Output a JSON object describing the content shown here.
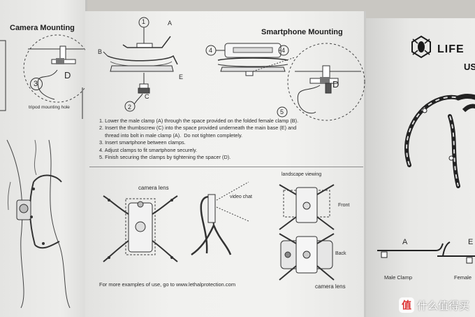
{
  "left_panel": {
    "heading": "Camera Mounting",
    "callout_letter": "D",
    "callout_number": "3",
    "tripod_label": "tripod mounting hole"
  },
  "middle_panel": {
    "heading": "Smartphone Mounting",
    "labels": {
      "a": "A",
      "b": "B",
      "c": "C",
      "d": "D",
      "e": "E",
      "n1": "1",
      "n2": "2",
      "n4a": "4",
      "n4b": "4",
      "n5": "5"
    },
    "steps": [
      "1. Lower the male clamp (A) through the space provided on the folded female clamp (B).",
      "2. Insert the thumbscrew (C) into the space provided underneath the main base (E) and",
      "    thread into bolt in male clamp (A).  Do not tighten completely.",
      "3. Insert smartphone between clamps.",
      "4. Adjust clamps to fit smartphone securely.",
      "5. Finish securing the clamps by tightening the spacer (D)."
    ],
    "captions": {
      "camera_lens_top": "camera lens",
      "video_chat": "video chat",
      "landscape_viewing": "landscape viewing",
      "front": "Front",
      "back": "Back",
      "camera_lens_bottom": "camera lens"
    },
    "footer": "For more examples of use, go to www.lethalprotection.com"
  },
  "right_panel": {
    "brand": "LIFE",
    "brand_sub": "US",
    "clamp_a_letter": "A",
    "clamp_e_letter": "E",
    "male_clamp_label": "Male Clamp",
    "female_label": "Female"
  },
  "watermark": {
    "badge": "值",
    "text": "什么值得买"
  }
}
